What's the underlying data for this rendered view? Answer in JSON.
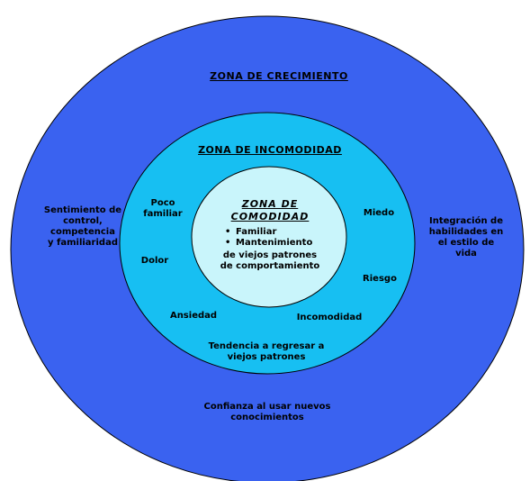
{
  "colors": {
    "outer": "#3a62f0",
    "middle": "#17bff2",
    "inner": "#c9f5fb",
    "stroke": "#000000"
  },
  "zones": {
    "outer_title": "ZONA DE CRECIMIENTO",
    "middle_title": "ZONA DE INCOMODIDAD",
    "inner_title_line1": "ZONA DE",
    "inner_title_line2": "COMODIDAD"
  },
  "comfort": {
    "bullet_char": "•",
    "item1": "Familiar",
    "item2": "Mantenimiento",
    "item2_cont1": "de viejos patrones",
    "item2_cont2": "de comportamiento"
  },
  "discomfort": {
    "poco_1": "Poco",
    "poco_2": "familiar",
    "dolor": "Dolor",
    "ansiedad": "Ansiedad",
    "miedo": "Miedo",
    "riesgo": "Riesgo",
    "incomodidad": "Incomodidad",
    "tendencia_1": "Tendencia a regresar a",
    "tendencia_2": "viejos patrones"
  },
  "growth": {
    "left_1": "Sentimiento de",
    "left_2": "control,",
    "left_3": "competencia",
    "left_4": "y familiaridad",
    "right_1": "Integración de",
    "right_2": "habilidades en",
    "right_3": "el estilo de",
    "right_4": "vida",
    "bottom_1": "Confianza al usar nuevos",
    "bottom_2": "conocimientos"
  }
}
